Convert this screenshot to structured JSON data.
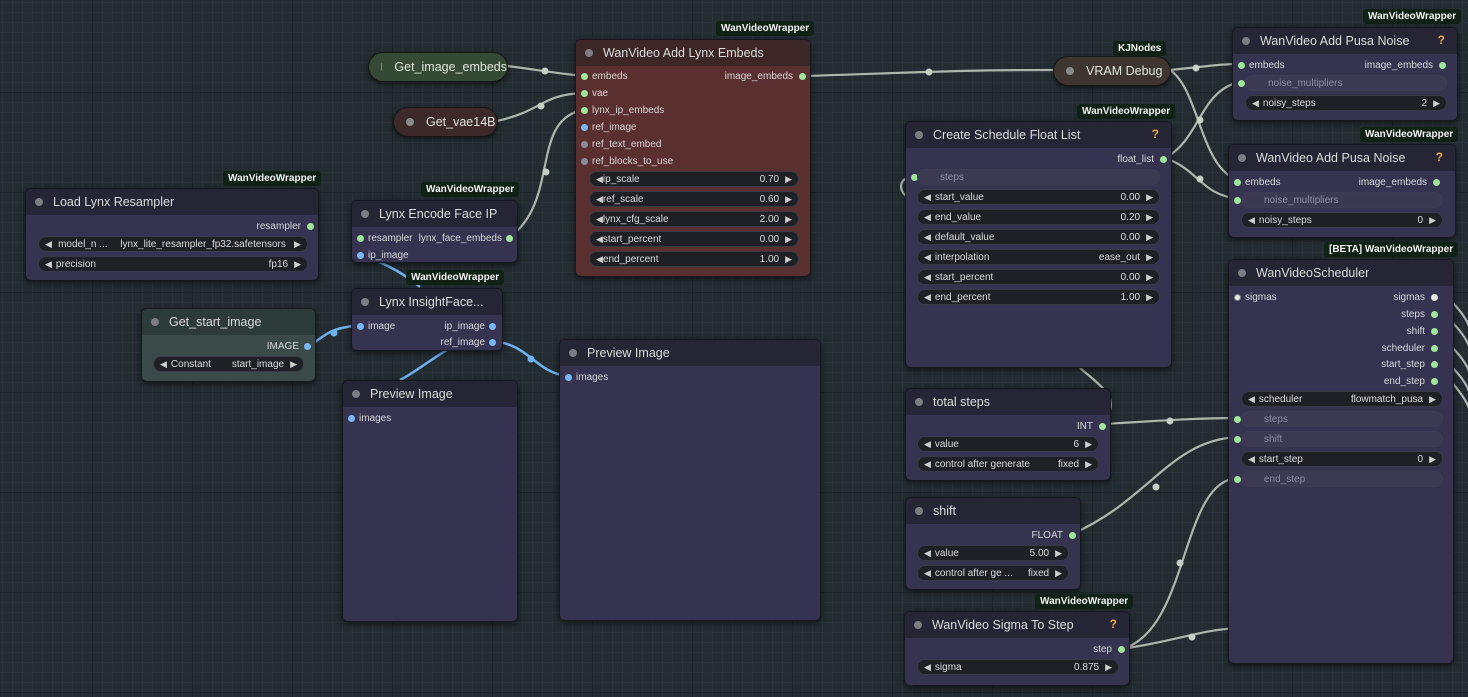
{
  "badges": {
    "add_lynx": "WanVideoWrapper",
    "kjnodes": "KJNodes",
    "pusa1": "WanVideoWrapper",
    "pusa2": "WanVideoWrapper",
    "schedule": "WanVideoWrapper",
    "load_resampler": "WanVideoWrapper",
    "encode_face": "WanVideoWrapper",
    "insightface": "WanVideoWrapper",
    "scheduler": "[BETA] WanVideoWrapper",
    "sigma_to_step": "WanVideoWrapper"
  },
  "getters": {
    "image_embeds": "Get_image_embeds",
    "vae": "Get_vae14B"
  },
  "vram_debug": {
    "title": "VRAM Debug"
  },
  "add_lynx": {
    "title": "WanVideo Add Lynx Embeds",
    "inputs": [
      "embeds",
      "vae",
      "lynx_ip_embeds",
      "ref_image",
      "ref_text_embed",
      "ref_blocks_to_use"
    ],
    "output": "image_embeds",
    "widgets": [
      {
        "label": "ip_scale",
        "value": "0.70"
      },
      {
        "label": "ref_scale",
        "value": "0.60"
      },
      {
        "label": "lynx_cfg_scale",
        "value": "2.00"
      },
      {
        "label": "start_percent",
        "value": "0.00"
      },
      {
        "label": "end_percent",
        "value": "1.00"
      }
    ]
  },
  "load_resampler": {
    "title": "Load Lynx Resampler",
    "output": "resampler",
    "model_label": "model_n ...",
    "model_value": "lynx_lite_resampler_fp32.safetensors",
    "precision_label": "precision",
    "precision_value": "fp16"
  },
  "encode_face": {
    "title": "Lynx Encode Face IP",
    "in1": "resampler",
    "in2": "ip_image",
    "output": "lynx_face_embeds"
  },
  "insightface": {
    "title": "Lynx InsightFace...",
    "input": "image",
    "out1": "ip_image",
    "out2": "ref_image"
  },
  "get_start_image": {
    "title": "Get_start_image",
    "output": "IMAGE",
    "constant_label": "Constant",
    "constant_value": "start_image"
  },
  "preview_left": {
    "title": "Preview Image",
    "input": "images"
  },
  "preview_mid": {
    "title": "Preview Image",
    "input": "images"
  },
  "schedule_list": {
    "title": "Create Schedule Float List",
    "output": "float_list",
    "steps_label": "steps",
    "widgets": [
      {
        "label": "start_value",
        "value": "0.00"
      },
      {
        "label": "end_value",
        "value": "0.20"
      },
      {
        "label": "default_value",
        "value": "0.00"
      },
      {
        "label": "interpolation",
        "value": "ease_out"
      },
      {
        "label": "start_percent",
        "value": "0.00"
      },
      {
        "label": "end_percent",
        "value": "1.00"
      }
    ]
  },
  "total_steps": {
    "title": "total steps",
    "output": "INT",
    "value_label": "value",
    "value": "6",
    "control_label": "control after generate",
    "control_value": "fixed"
  },
  "shift": {
    "title": "shift",
    "output": "FLOAT",
    "value_label": "value",
    "value": "5.00",
    "control_label": "control after ge ...",
    "control_value": "fixed"
  },
  "sigma_to_step": {
    "title": "WanVideo Sigma To Step",
    "output": "step",
    "sigma_label": "sigma",
    "sigma_value": "0.875"
  },
  "pusa1": {
    "title": "WanVideo Add Pusa Noise",
    "input": "embeds",
    "output": "image_embeds",
    "multipliers": "noise_multipliers",
    "steps_label": "noisy_steps",
    "steps_value": "2"
  },
  "pusa2": {
    "title": "WanVideo Add Pusa Noise",
    "input": "embeds",
    "output": "image_embeds",
    "multipliers": "noise_multipliers",
    "steps_label": "noisy_steps",
    "steps_value": "0"
  },
  "scheduler": {
    "title": "WanVideoScheduler",
    "input": "sigmas",
    "outputs": [
      "sigmas",
      "steps",
      "shift",
      "scheduler",
      "start_step",
      "end_step"
    ],
    "scheduler_label": "scheduler",
    "scheduler_value": "flowmatch_pusa",
    "steps_label": "steps",
    "shift_label": "shift",
    "start_step_label": "start_step",
    "start_step_value": "0",
    "end_step_label": "end_step"
  },
  "q_mark": "?"
}
